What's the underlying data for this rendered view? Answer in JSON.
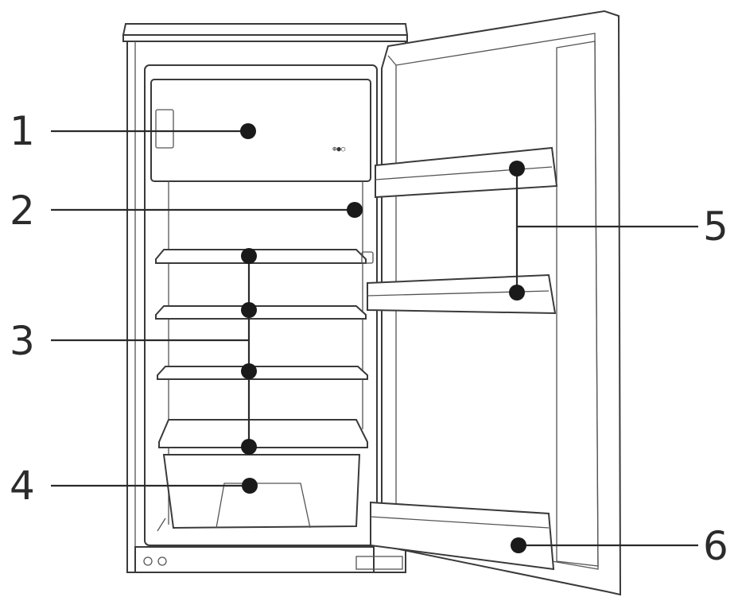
{
  "figure": {
    "callouts": [
      {
        "label": "1"
      },
      {
        "label": "2"
      },
      {
        "label": "3"
      },
      {
        "label": "4"
      },
      {
        "label": "5"
      },
      {
        "label": "6"
      }
    ],
    "badge_text": "⊕●○",
    "colors": {
      "line": "#2a2a2a",
      "dot": "#1a1a1a",
      "background": "#ffffff"
    }
  }
}
